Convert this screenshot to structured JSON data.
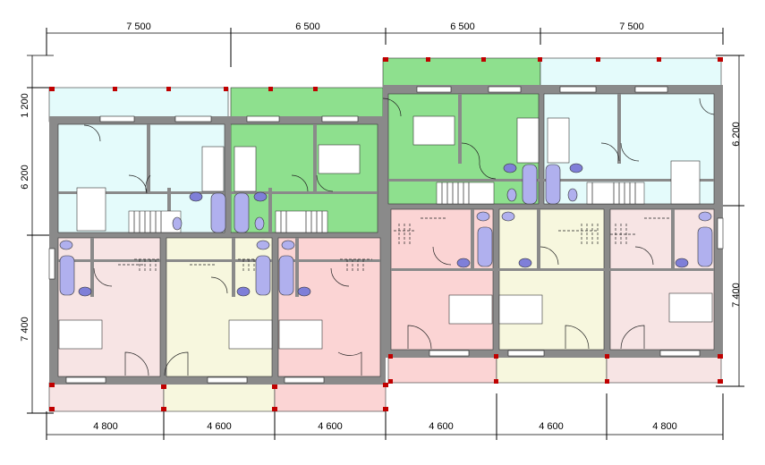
{
  "dimensions": {
    "top": [
      "7 500",
      "6 500",
      "6 500",
      "7 500"
    ],
    "bottom": [
      "4 800",
      "4 600",
      "4 600",
      "4 600",
      "4 600",
      "4 800"
    ],
    "left": [
      "1 200",
      "6 200",
      "7 400"
    ],
    "right": [
      "6 200",
      "7 400"
    ]
  },
  "colors": {
    "wall": "#8a8a8a",
    "cyan": "#e4fbfb",
    "green": "#8ee08e",
    "pink": "#f7e4e4",
    "cream": "#f7f7de",
    "rose": "#fbd4d4",
    "fixture": "#b0b0ee",
    "sink": "#7f7fd8"
  }
}
